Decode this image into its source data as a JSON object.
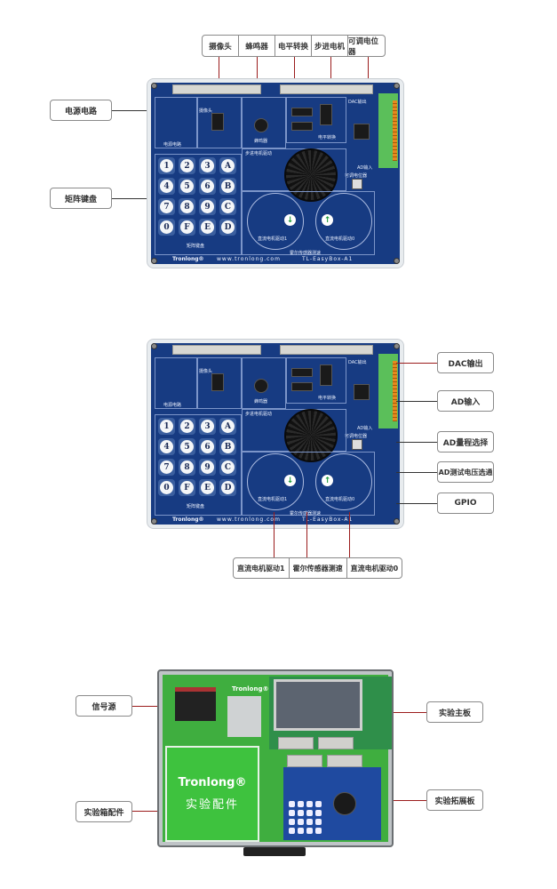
{
  "section1": {
    "top_callouts": [
      "摄像头",
      "蜂鸣器",
      "电平转换",
      "步进电机",
      "可调电位器"
    ],
    "left_callouts": [
      "电源电路",
      "矩阵键盘"
    ]
  },
  "section2": {
    "right_callouts": [
      "DAC输出",
      "AD输入",
      "AD量程选择",
      "AD测试电压选通",
      "GPIO"
    ],
    "bottom_callouts": [
      "直流电机驱动1",
      "霍尔传感器测速",
      "直流电机驱动0"
    ]
  },
  "section3": {
    "left_callouts": [
      "信号源",
      "实验箱配件"
    ],
    "right_callouts": [
      "实验主板",
      "实验拓展板"
    ],
    "panel_brand": "Tronlong®",
    "panel_text": "实验配件",
    "case_brand": "Tronlong®"
  },
  "board": {
    "brand": "Tronlong®",
    "website": "www.tronlong.com",
    "model": "TL-EasyBox-A1",
    "labels": {
      "power": "电源电路",
      "camera": "摄像头",
      "buzzer": "蜂鸣器",
      "level_shift": "电平转换",
      "stepper": "步进电机驱动",
      "dac": "DAC输出",
      "ad_in": "AD输入",
      "pot": "可调电位器",
      "keypad": "矩阵键盘",
      "dc1": "直流电机驱动1",
      "dc0": "直流电机驱动0",
      "hall": "霍尔传感器测速"
    },
    "keys": [
      "1",
      "2",
      "3",
      "A",
      "4",
      "5",
      "6",
      "B",
      "7",
      "8",
      "9",
      "C",
      "0",
      "F",
      "E",
      "D"
    ]
  },
  "colors": {
    "pcb": "#173b82",
    "leader": "#9b1c1c",
    "terminal": "#5bbf5a"
  }
}
